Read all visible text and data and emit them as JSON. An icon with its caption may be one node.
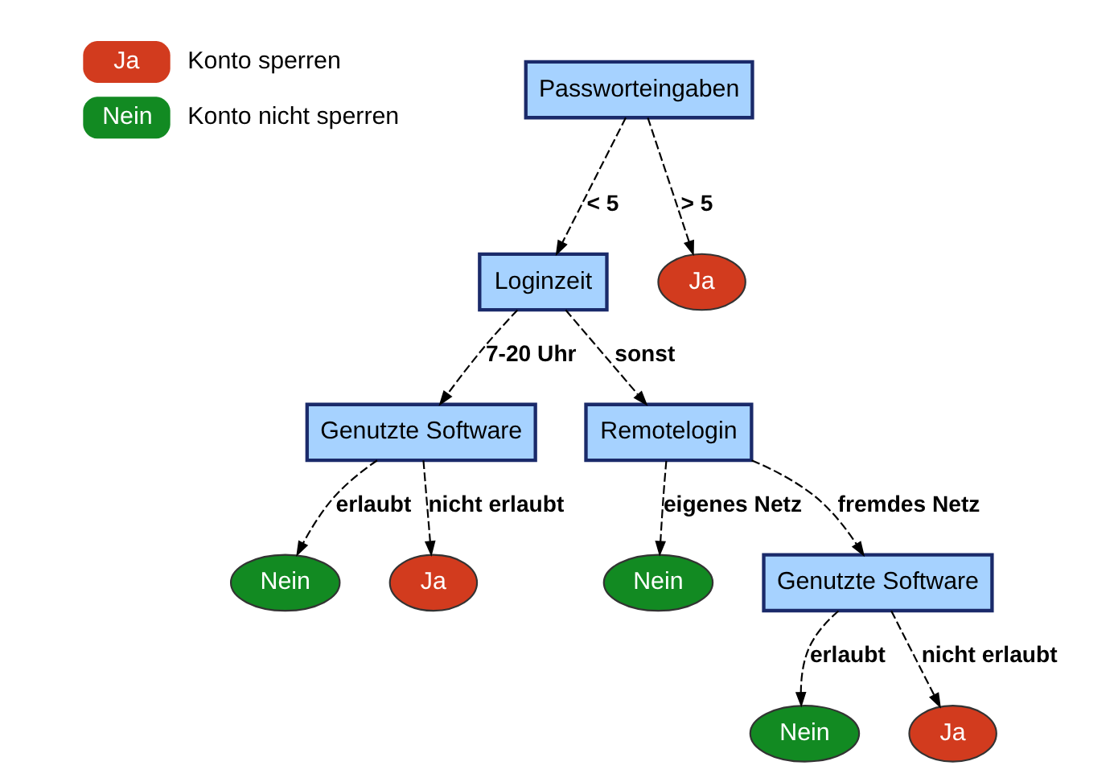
{
  "diagram": {
    "nodes": [
      {
        "text": [
          "Passworteingaben"
        ]
      },
      {
        "text": [
          "Loginzeit"
        ]
      },
      {
        "text": [
          "Ja"
        ]
      },
      {
        "text": [
          "Genutzte Software"
        ]
      },
      {
        "text": [
          "Remotelogin"
        ]
      },
      {
        "text": [
          "Nein"
        ]
      },
      {
        "text": [
          "Ja"
        ]
      },
      {
        "text": [
          "Nein"
        ]
      },
      {
        "text": [
          "Genutzte Software"
        ]
      },
      {
        "text": [
          "Nein"
        ]
      },
      {
        "text": [
          "Ja"
        ]
      }
    ],
    "edges": [
      {
        "from": 0,
        "to": 1,
        "arrow": "to",
        "label": "< 5",
        "style": "dashed"
      },
      {
        "from": 0,
        "to": 2,
        "arrow": "to",
        "label": "> 5",
        "style": "dashed"
      },
      {
        "from": 1,
        "to": 3,
        "arrow": "to",
        "label": "7-20 Uhr",
        "style": "dashed"
      },
      {
        "from": 1,
        "to": 4,
        "arrow": "to",
        "label": "sonst",
        "style": "dashed"
      },
      {
        "from": 3,
        "to": 5,
        "arrow": "to",
        "label": "erlaubt",
        "style": "dashed"
      },
      {
        "from": 3,
        "to": 6,
        "arrow": "to",
        "label": "nicht erlaubt",
        "style": "dashed"
      },
      {
        "from": 4,
        "to": 7,
        "arrow": "to",
        "label": "eigenes Netz",
        "style": "dashed"
      },
      {
        "from": 4,
        "to": 8,
        "arrow": "to",
        "label": "fremdes Netz",
        "style": "dashed"
      },
      {
        "from": 8,
        "to": 9,
        "arrow": "to",
        "label": "erlaubt",
        "style": "dashed"
      },
      {
        "from": 8,
        "to": 10,
        "arrow": "to",
        "label": "nicht erlaubt",
        "style": "dashed"
      }
    ],
    "labels": [
      "Ja",
      "Nein"
    ],
    "legend": [
      {
        "text": "Konto sperren",
        "color": "#d23b1e"
      },
      {
        "text": "Konto nicht sperren",
        "color": "#128a22"
      }
    ]
  }
}
